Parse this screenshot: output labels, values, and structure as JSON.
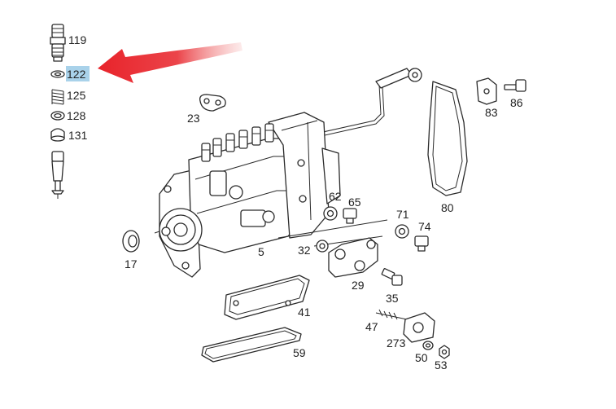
{
  "highlight_color": "#a9d2ea",
  "arrow_color": "#e8232a",
  "highlighted_label": "122",
  "labels": {
    "l119": "119",
    "l122": "122",
    "l125": "125",
    "l128": "128",
    "l131": "131",
    "l23": "23",
    "l83": "83",
    "l86": "86",
    "l80": "80",
    "l62": "62",
    "l65": "65",
    "l71": "71",
    "l74": "74",
    "l17": "17",
    "l5": "5",
    "l32": "32",
    "l29": "29",
    "l35": "35",
    "l41": "41",
    "l47": "47",
    "l273": "273",
    "l50": "50",
    "l53": "53",
    "l59": "59"
  }
}
